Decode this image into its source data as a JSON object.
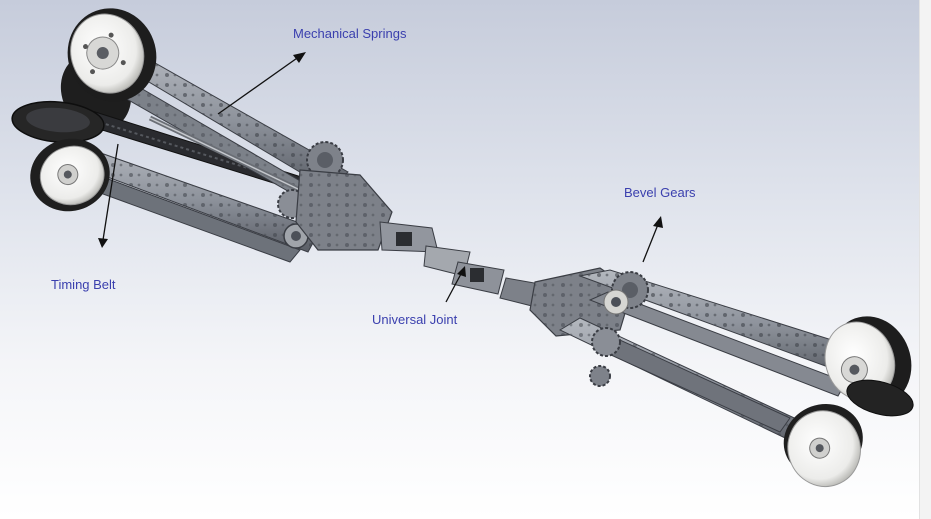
{
  "callouts": {
    "mechanical_springs": "Mechanical Springs",
    "bevel_gears": "Bevel Gears",
    "timing_belt": "Timing Belt",
    "universal_joint": "Universal Joint"
  },
  "colors": {
    "label_text": "#3a3fae",
    "arrow": "#111111",
    "metal": "#8e939c",
    "metal_dark": "#4c5058",
    "tire": "#222222",
    "hub": "#f3f3f1"
  }
}
